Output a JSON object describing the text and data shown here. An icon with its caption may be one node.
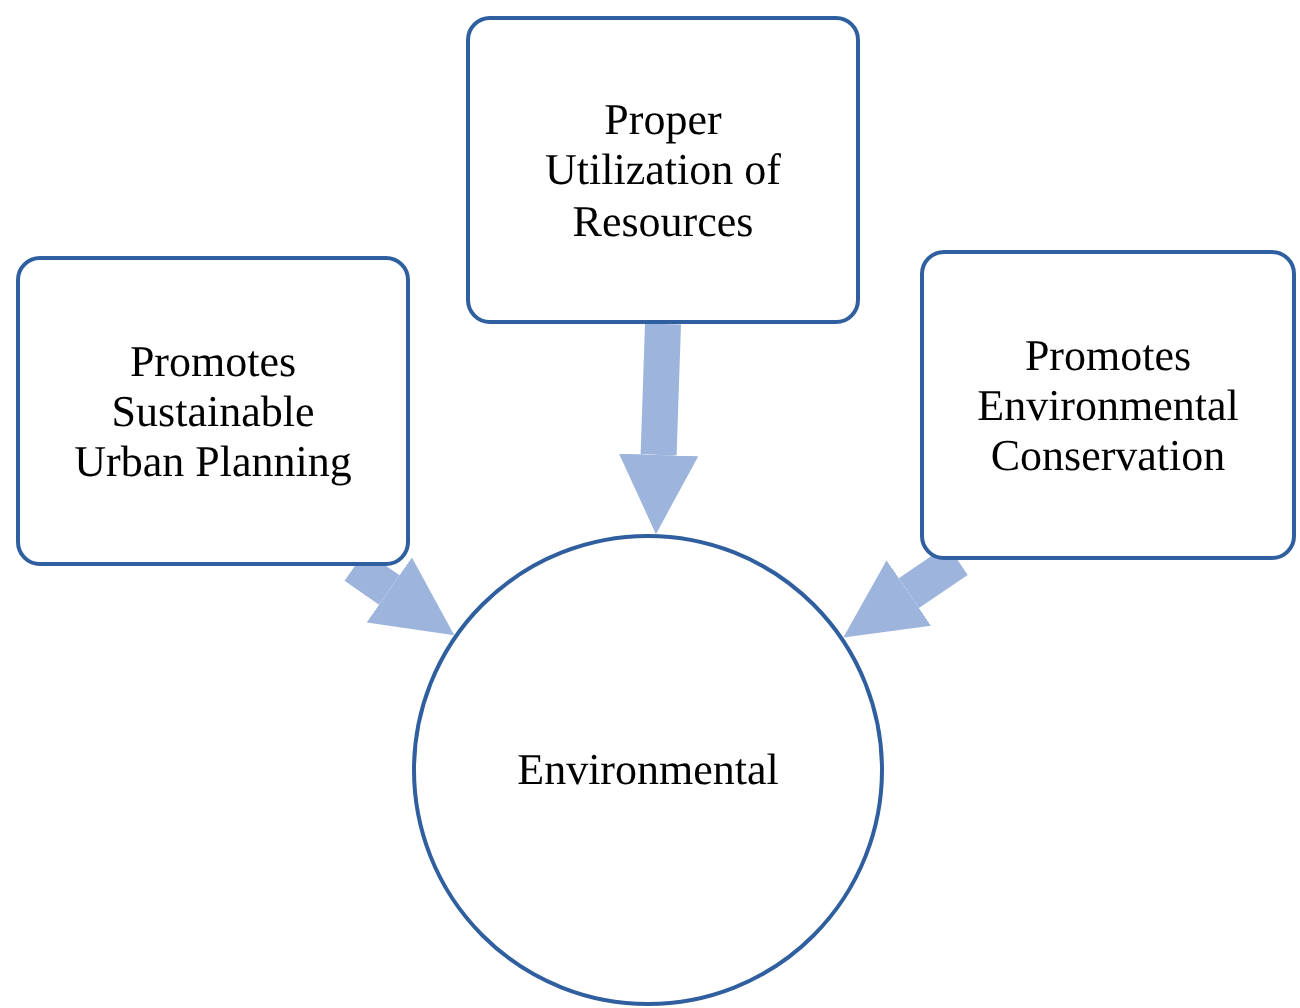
{
  "diagram": {
    "nodes": [
      {
        "text": [
          "Promotes Sustainable Urban Planning"
        ]
      },
      {
        "text": [
          "Proper Utilization of Resources"
        ]
      },
      {
        "text": [
          "Promotes Environmental Conservation"
        ]
      },
      {
        "text": [
          "Environmental"
        ]
      }
    ],
    "edges": [
      {
        "from": 0,
        "to": 3,
        "arrow": "to"
      },
      {
        "from": 1,
        "to": 3,
        "arrow": "to"
      },
      {
        "from": 2,
        "to": 3,
        "arrow": "to"
      }
    ]
  }
}
